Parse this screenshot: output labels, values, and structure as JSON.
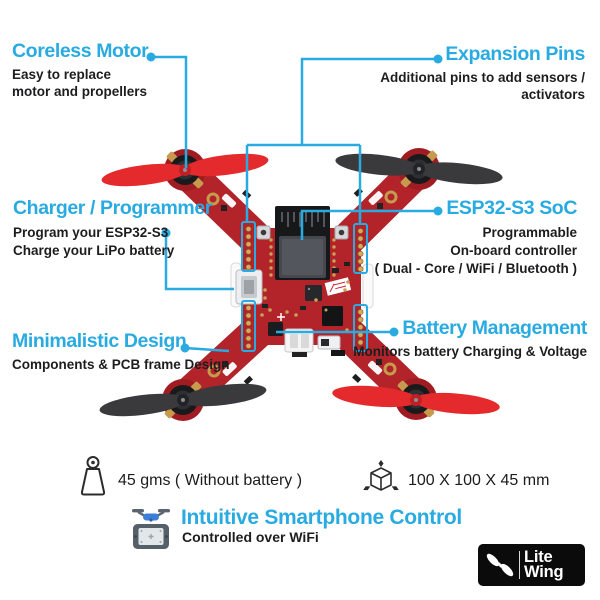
{
  "callouts": {
    "coreless_motor": {
      "title": "Coreless Motor",
      "lines": [
        "Easy to replace",
        "motor and propellers"
      ]
    },
    "expansion_pins": {
      "title": "Expansion Pins",
      "lines": [
        "Additional pins to add sensors /",
        "activators"
      ]
    },
    "charger_programmer": {
      "title": "Charger / Programmer",
      "lines": [
        "Program your ESP32-S3",
        "Charge your LiPo battery"
      ]
    },
    "esp32_soc": {
      "title": "ESP32-S3 SoC",
      "lines": [
        "Programmable",
        "On-board controller",
        "( Dual - Core / WiFi / Bluetooth )"
      ]
    },
    "minimalistic_design": {
      "title": "Minimalistic Design",
      "lines": [
        "Components & PCB frame Design"
      ]
    },
    "battery_management": {
      "title": "Battery Management",
      "lines": [
        "Monitors battery Charging & Voltage"
      ]
    }
  },
  "specs": {
    "weight": {
      "icon": "weight-icon",
      "text": "45 gms ( Without battery )"
    },
    "dimensions": {
      "icon": "cube-dimensions-icon",
      "text": "100 X 100 X 45 mm"
    }
  },
  "control": {
    "icon": "drone-remote-icon",
    "title": "Intuitive Smartphone Control",
    "subtitle": "Controlled over WiFi"
  },
  "brand": {
    "icon": "propeller-icon",
    "line1": "Lite",
    "line2": "Wing"
  },
  "colors": {
    "accent": "#29abe2",
    "pcb_red": "#b2232a",
    "propeller_red": "#e42a2c",
    "propeller_dark": "#3a3a3d",
    "gold_pad": "#c9a157",
    "text": "#1d1d1f",
    "logo_background": "#0b0b0b"
  }
}
